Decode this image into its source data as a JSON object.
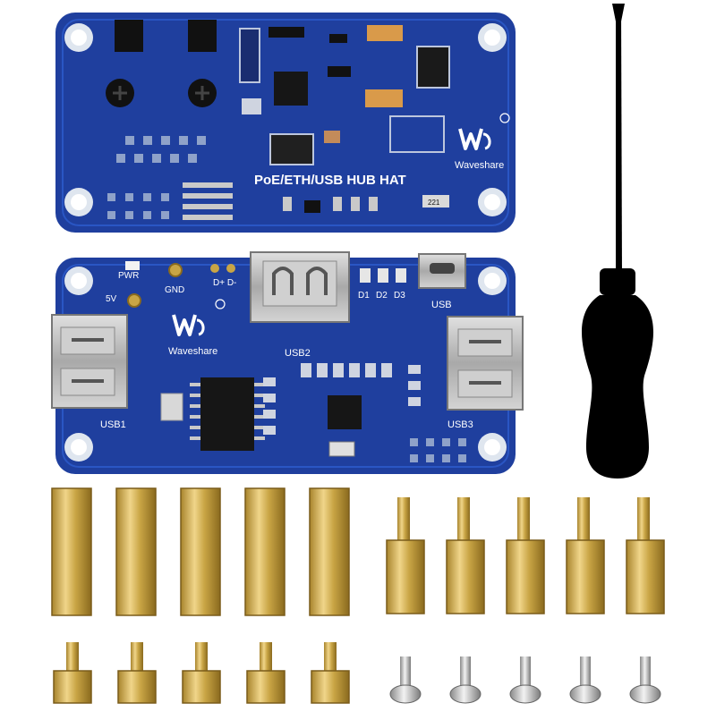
{
  "top_board": {
    "title": "PoE/ETH/USB HUB HAT",
    "brand": "Waveshare",
    "chip_mark": "221"
  },
  "bottom_board": {
    "brand": "Waveshare",
    "labels": {
      "pwr": "PWR",
      "gnd": "GND",
      "five_v": "5V",
      "d_plus_minus": "D+ D-",
      "d1": "D1",
      "d2": "D2",
      "d3": "D3",
      "usb": "USB",
      "usb1": "USB1",
      "usb2": "USB2",
      "usb3": "USB3"
    }
  },
  "accessories": {
    "long_standoffs": 5,
    "male_female_standoffs": 5,
    "short_standoffs": 5,
    "screws": 5,
    "screwdriver": 1
  },
  "colors": {
    "pcb_blue": "#1f3f9e",
    "brass": "#c9a545",
    "silver": "#c8c8c8",
    "screwdriver": "#000000"
  }
}
